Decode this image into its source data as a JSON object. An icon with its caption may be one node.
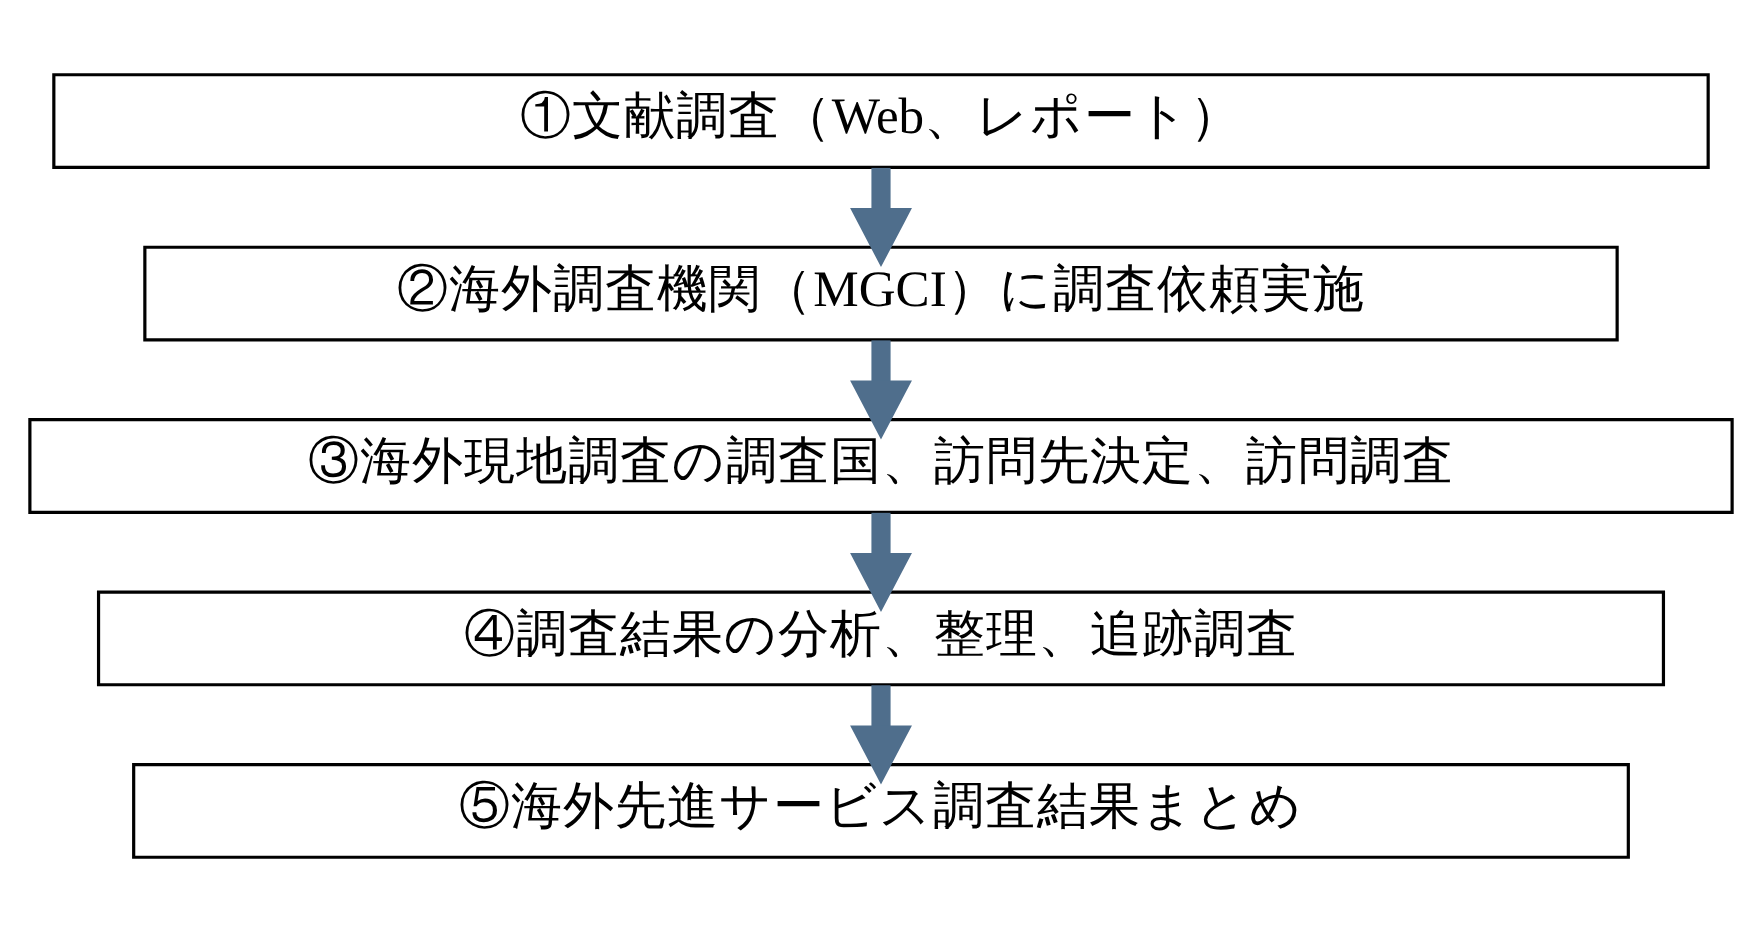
{
  "diagram": {
    "nodes": [
      {
        "text": [
          "①文献調査（Web、レポート）"
        ]
      },
      {
        "text": [
          "②海外調査機関（MGCI）に調査依頼実施"
        ]
      },
      {
        "text": [
          "③海外現地調査の調査国、訪問先決定、訪問調査"
        ]
      },
      {
        "text": [
          "④調査結果の分析、整理、追跡調査"
        ]
      },
      {
        "text": [
          "⑤海外先進サービス調査結果まとめ"
        ]
      }
    ],
    "edges": [
      {
        "from": 0,
        "to": 1,
        "arrow": "to"
      },
      {
        "from": 1,
        "to": 2,
        "arrow": "to"
      },
      {
        "from": 2,
        "to": 3,
        "arrow": "to"
      },
      {
        "from": 3,
        "to": 4,
        "arrow": "to"
      }
    ]
  }
}
